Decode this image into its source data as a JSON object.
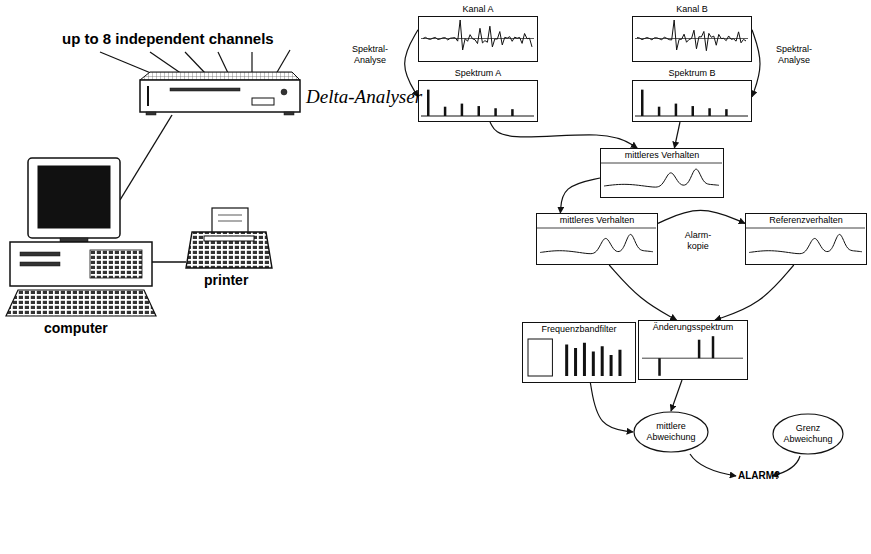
{
  "diagram": {
    "nodes": [
      {
        "text": [
          "Kanal A"
        ]
      },
      {
        "text": [
          "Kanal B"
        ]
      },
      {
        "text": [
          "Spektrum A"
        ]
      },
      {
        "text": [
          "Spektrum B"
        ]
      },
      {
        "text": [
          "mittleres Verhalten"
        ]
      },
      {
        "text": [
          "mittleres Verhalten"
        ]
      },
      {
        "text": [
          "Referenzverhalten"
        ]
      },
      {
        "text": [
          "Frequenzbandfilter"
        ]
      },
      {
        "text": [
          "Änderungsspektrum"
        ]
      },
      {
        "text": [
          "mittlere Abweichung"
        ]
      },
      {
        "text": [
          "Grenz Abweichung"
        ]
      }
    ],
    "edges": [
      {
        "from": 0,
        "to": 2,
        "label": "Spektral- Analyse",
        "arrow": "to"
      },
      {
        "from": 1,
        "to": 3,
        "label": "Spektral- Analyse",
        "arrow": "to"
      },
      {
        "from": 2,
        "to": 4,
        "arrow": "to"
      },
      {
        "from": 3,
        "to": 4,
        "arrow": "to"
      },
      {
        "from": 4,
        "to": 5,
        "arrow": "to"
      },
      {
        "from": 5,
        "to": 6,
        "label": "Alarm- kopie",
        "arrow": "to"
      },
      {
        "from": 5,
        "to": 8,
        "arrow": "to"
      },
      {
        "from": 6,
        "to": 8,
        "arrow": "to"
      },
      {
        "from": 7,
        "to": 9,
        "arrow": "to"
      },
      {
        "from": 8,
        "to": 9,
        "arrow": "to"
      }
    ],
    "labels": [
      "up to 8 independent channels",
      "Delta-Analyser",
      "computer",
      "printer",
      "ALARM?"
    ]
  }
}
